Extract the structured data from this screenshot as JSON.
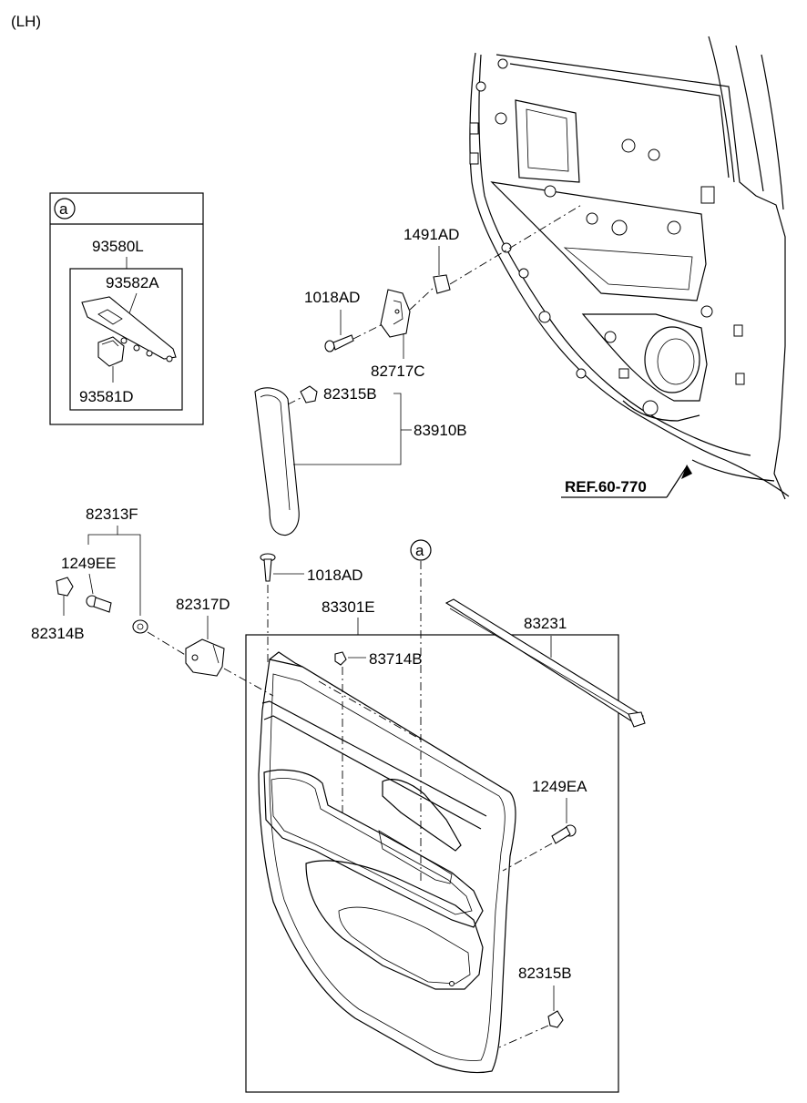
{
  "header": {
    "side": "(LH)"
  },
  "inset": {
    "marker": "a",
    "assembly": "93580L",
    "parts": [
      "93582A",
      "93581D"
    ]
  },
  "callouts": {
    "p1491AD": "1491AD",
    "p1018AD_top": "1018AD",
    "p82717C": "82717C",
    "p82315B_top": "82315B",
    "p83910B": "83910B",
    "p82313F": "82313F",
    "p1249EE": "1249EE",
    "p82314B": "82314B",
    "p82317D": "82317D",
    "p1018AD_mid": "1018AD",
    "p83301E": "83301E",
    "p83714B": "83714B",
    "p83231": "83231",
    "p1249EA": "1249EA",
    "p82315B_bottom": "82315B",
    "marker_a": "a"
  },
  "reference": {
    "label": "REF.60-770"
  }
}
